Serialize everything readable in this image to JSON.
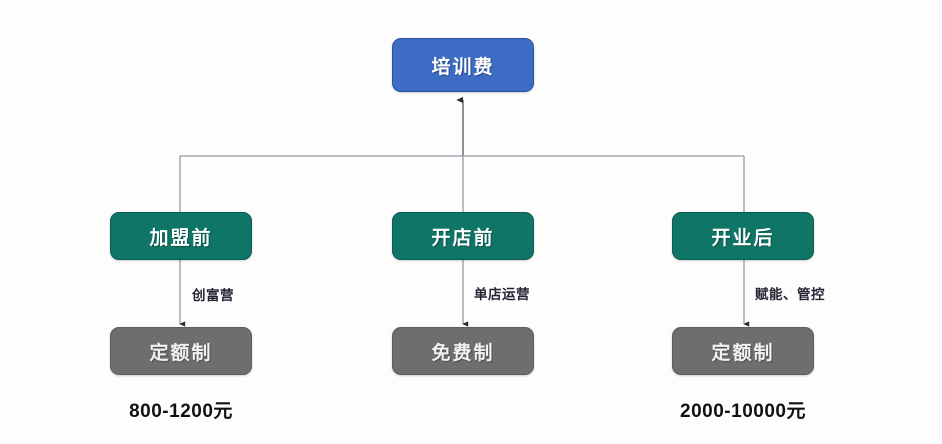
{
  "diagram": {
    "root": {
      "label": "培训费",
      "color": "#3c6cc4"
    },
    "branches": [
      {
        "stage_label": "加盟前",
        "stage_color": "#0e7567",
        "edge_label": "创富营",
        "scheme_label": "定额制",
        "scheme_color": "#6e6e6e",
        "amount_label": "800-1200元"
      },
      {
        "stage_label": "开店前",
        "stage_color": "#0e7567",
        "edge_label": "单店运营",
        "scheme_label": "免费制",
        "scheme_color": "#6e6e6e",
        "amount_label": ""
      },
      {
        "stage_label": "开业后",
        "stage_color": "#0e7567",
        "edge_label": "赋能、管控",
        "scheme_label": "定额制",
        "scheme_color": "#6e6e6e",
        "amount_label": "2000-10000元"
      }
    ],
    "connector_color": "#8a8a99",
    "arrow_color": "#2b2b33",
    "background_color": "#fdfdfd"
  }
}
